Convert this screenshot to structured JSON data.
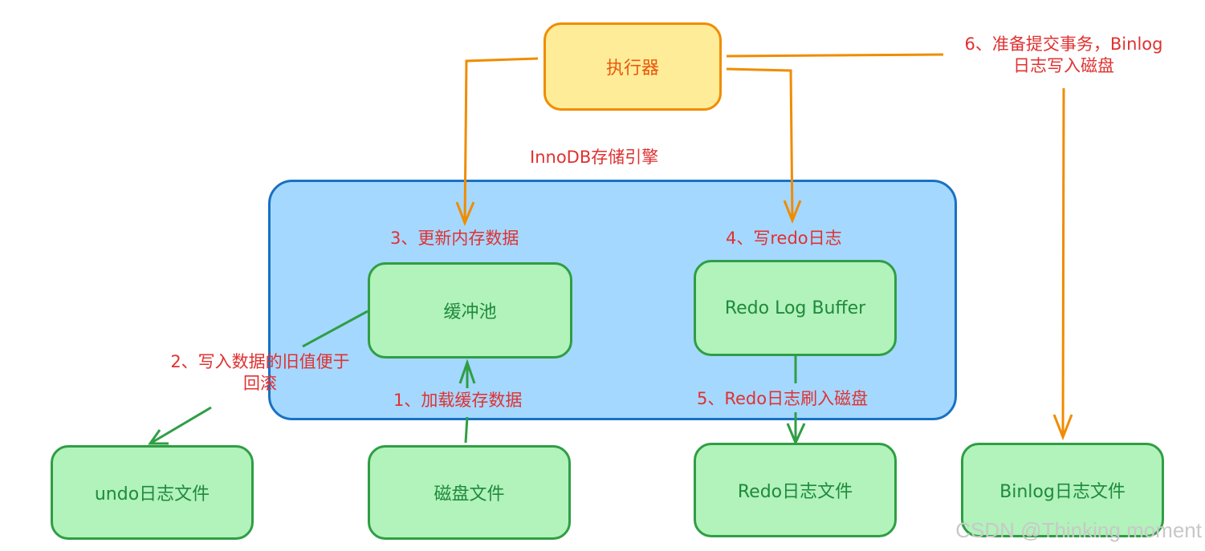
{
  "nodes": {
    "executor": "执行器",
    "buffer_pool": "缓冲池",
    "redo_log_buffer": "Redo Log Buffer",
    "undo_file": "undo日志文件",
    "disk_file": "磁盘文件",
    "redo_file": "Redo日志文件",
    "binlog_file": "Binlog日志文件"
  },
  "engine_label": "InnoDB存储引擎",
  "steps": {
    "step1": "1、加载缓存数据",
    "step2_line1": "2、写入数据的旧值便于",
    "step2_line2": "回滚",
    "step3": "3、更新内存数据",
    "step4": "4、写redo日志",
    "step5": "5、Redo日志刷入磁盘",
    "step6_line1": "6、准备提交事务，Binlog",
    "step6_line2": "日志写入磁盘"
  },
  "watermark": "CSDN @Thinking moment",
  "colors": {
    "green_fill": "#b2f2bb",
    "green_stroke": "#2f9e44",
    "yellow_fill": "#ffec99",
    "orange_stroke": "#f08c00",
    "blue_fill": "#a5d8ff",
    "blue_stroke": "#1971c2",
    "label_red": "#e03131"
  }
}
